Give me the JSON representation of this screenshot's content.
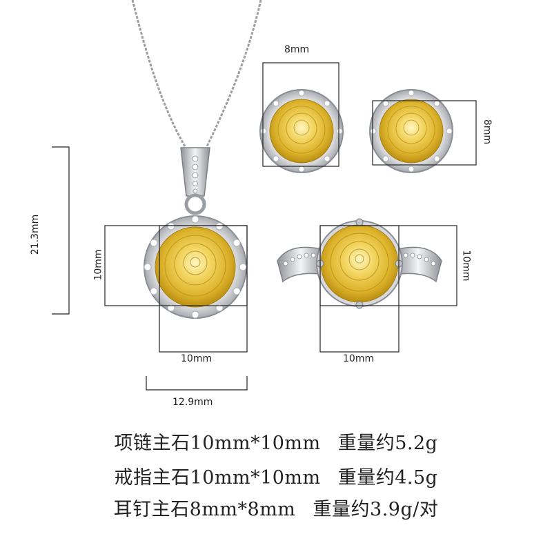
{
  "dimensions": {
    "earring_width": "8mm",
    "earring_height": "8mm",
    "pendant_total_height": "21.3mm",
    "pendant_stone_height": "10mm",
    "pendant_stone_width": "10mm",
    "pendant_total_width": "12.9mm",
    "ring_stone_height": "10mm",
    "ring_stone_width": "10mm"
  },
  "specs": [
    {
      "stone": "项链主石10mm*10mm",
      "weight": "重量约5.2g"
    },
    {
      "stone": "戒指主石10mm*10mm",
      "weight": "重量约4.5g"
    },
    {
      "stone": "耳钉主石8mm*8mm",
      "weight": "重量约3.9g/对"
    }
  ],
  "colors": {
    "gem_yellow": "#e9c53c",
    "gem_highlight": "#fbeea0",
    "silver": "#c9cbd0",
    "line": "#222222"
  }
}
